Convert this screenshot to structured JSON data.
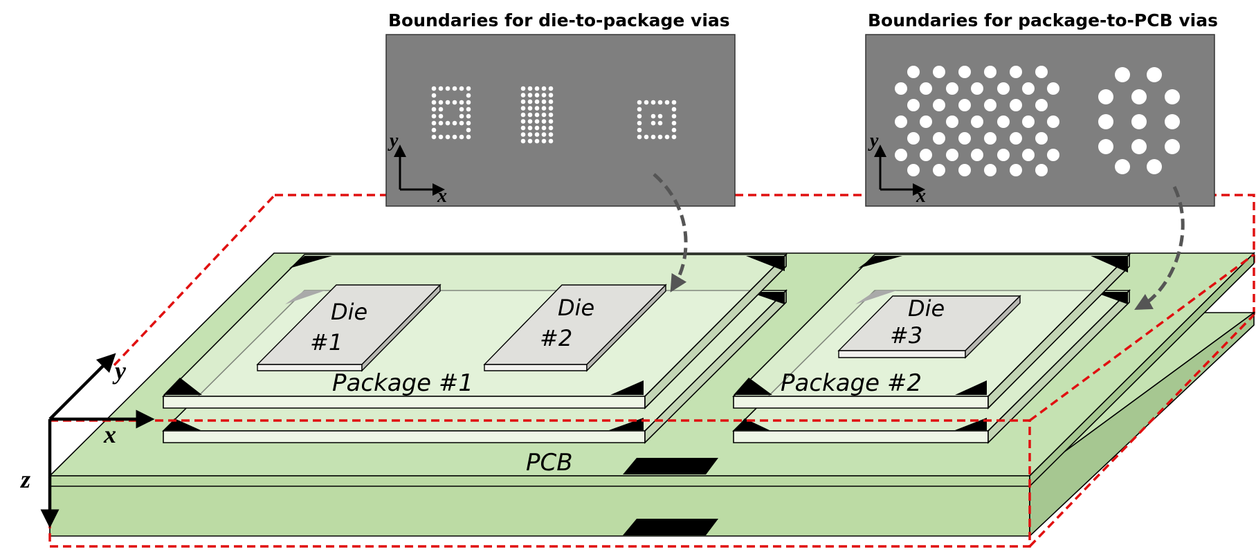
{
  "insets": {
    "die_to_package": {
      "title": "Boundaries for die-to-package vias"
    },
    "package_to_pcb": {
      "title": "Boundaries for package-to-PCB vias"
    }
  },
  "axes": {
    "x": "x",
    "y": "y",
    "z": "z"
  },
  "pcb": {
    "label": "PCB"
  },
  "packages": [
    {
      "label": "Package #1"
    },
    {
      "label": "Package #2"
    }
  ],
  "dies": [
    {
      "line1": "Die",
      "line2": "#1"
    },
    {
      "line1": "Die",
      "line2": "#2"
    },
    {
      "line1": "Die",
      "line2": "#3"
    }
  ],
  "colors": {
    "pcb": "#c5e2b2",
    "package": "#ebf5e4",
    "die": "#e0e0dc",
    "inset_background": "#7f7f7f",
    "boundary_box": "#e01010",
    "via": "#ffffff"
  }
}
